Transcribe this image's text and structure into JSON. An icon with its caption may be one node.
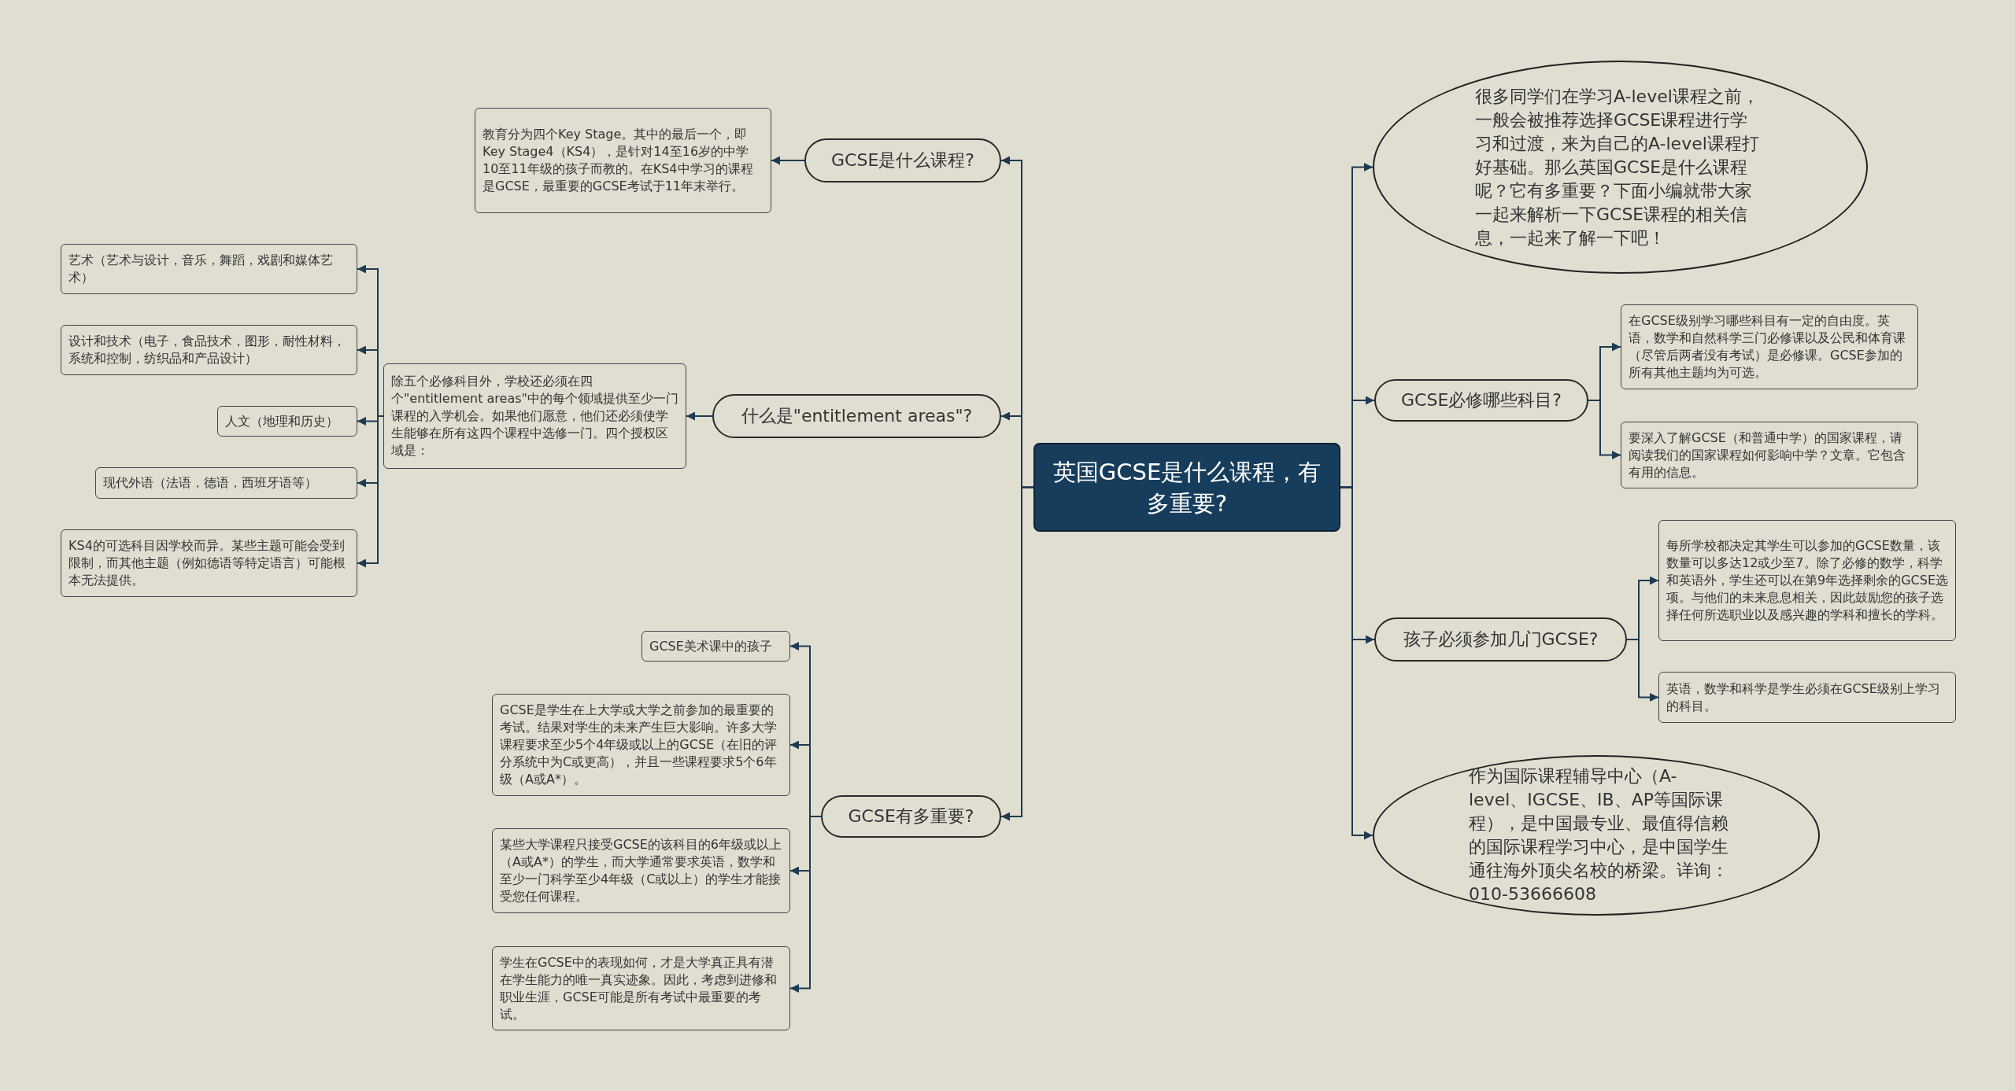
{
  "diagram": {
    "nodes": [
      {
        "text": [
          "英国GCSE是什么课程，有多重要?"
        ]
      },
      {
        "text": [
          "GCSE是什么课程?"
        ]
      },
      {
        "text": [
          "教育分为四个Key Stage。其中的最后一个，即Key Stage4（KS4），是针对14至16岁的中学10至11年级的孩子而教的。在KS4中学习的课程是GCSE，最重要的GCSE考试于11年末举行。"
        ]
      },
      {
        "text": [
          "什么是\"entitlement areas\"?"
        ]
      },
      {
        "text": [
          "除五个必修科目外，学校还必须在四个\"entitlement areas\"中的每个领域提供至少一门课程的入学机会。如果他们愿意，他们还必须使学生能够在所有这四个课程中选修一门。四个授权区域是："
        ]
      },
      {
        "text": [
          "艺术（艺术与设计，音乐，舞蹈，戏剧和媒体艺术）"
        ]
      },
      {
        "text": [
          "设计和技术（电子，食品技术，图形，耐性材料，系统和控制，纺织品和产品设计）"
        ]
      },
      {
        "text": [
          "人文（地理和历史）"
        ]
      },
      {
        "text": [
          "现代外语（法语，德语，西班牙语等）"
        ]
      },
      {
        "text": [
          "KS4的可选科目因学校而异。某些主题可能会受到限制，而其他主题（例如德语等特定语言）可能根本无法提供。"
        ]
      },
      {
        "text": [
          "GCSE有多重要?"
        ]
      },
      {
        "text": [
          "GCSE美术课中的孩子"
        ]
      },
      {
        "text": [
          "GCSE是学生在上大学或大学之前参加的最重要的考试。结果对学生的未来产生巨大影响。许多大学课程要求至少5个4年级或以上的GCSE（在旧的评分系统中为C或更高），并且一些课程要求5个6年级（A或A*）。"
        ]
      },
      {
        "text": [
          "某些大学课程只接受GCSE的该科目的6年级或以上（A或A*）的学生，而大学通常要求英语，数学和至少一门科学至少4年级（C或以上）的学生才能接受您任何课程。"
        ]
      },
      {
        "text": [
          "学生在GCSE中的表现如何，才是大学真正具有潜在学生能力的唯一真实迹象。因此，考虑到进修和职业生涯，GCSE可能是所有考试中最重要的考试。"
        ]
      },
      {
        "text": [
          "很多同学们在学习A-level课程之前，一般会被推荐选择GCSE课程进行学习和过渡，来为自己的A-level课程打好基础。那么英国GCSE是什么课程呢？它有多重要？下面小编就带大家一起来解析一下GCSE课程的相关信息，一起来了解一下吧！"
        ]
      },
      {
        "text": [
          "GCSE必修哪些科目?"
        ]
      },
      {
        "text": [
          "在GCSE级别学习哪些科目有一定的自由度。英语，数学和自然科学三门必修课以及公民和体育课（尽管后两者没有考试）是必修课。GCSE参加的所有其他主题均为可选。"
        ]
      },
      {
        "text": [
          "要深入了解GCSE（和普通中学）的国家课程，请阅读我们的国家课程如何影响中学？文章。它包含有用的信息。"
        ]
      },
      {
        "text": [
          "孩子必须参加几门GCSE?"
        ]
      },
      {
        "text": [
          "每所学校都决定其学生可以参加的GCSE数量，该数量可以多达12或少至7。除了必修的数学，科学和英语外，学生还可以在第9年选择剩余的GCSE选项。与他们的未来息息相关，因此鼓励您的孩子选择任何所选职业以及感兴趣的学科和擅长的学科。"
        ]
      },
      {
        "text": [
          "英语，数学和科学是学生必须在GCSE级别上学习的科目。"
        ]
      },
      {
        "text": [
          "作为国际课程辅导中心（A-level、IGCSE、IB、AP等国际课程），是中国最专业、最值得信赖的国际课程学习中心，是中国学生通往海外顶尖名校的桥梁。详询：010-53666608"
        ]
      }
    ],
    "edges": [
      {
        "from": 0,
        "to": 1,
        "arrow": "to"
      },
      {
        "from": 0,
        "to": 3,
        "arrow": "to"
      },
      {
        "from": 0,
        "to": 10,
        "arrow": "to"
      },
      {
        "from": 0,
        "to": 15,
        "arrow": "to"
      },
      {
        "from": 0,
        "to": 16,
        "arrow": "to"
      },
      {
        "from": 0,
        "to": 19,
        "arrow": "to"
      },
      {
        "from": 0,
        "to": 22,
        "arrow": "to"
      },
      {
        "from": 1,
        "to": 2,
        "arrow": "to"
      },
      {
        "from": 3,
        "to": 4,
        "arrow": "to"
      },
      {
        "from": 4,
        "to": 5,
        "arrow": "to"
      },
      {
        "from": 4,
        "to": 6,
        "arrow": "to"
      },
      {
        "from": 4,
        "to": 7,
        "arrow": "to"
      },
      {
        "from": 4,
        "to": 8,
        "arrow": "to"
      },
      {
        "from": 4,
        "to": 9,
        "arrow": "to"
      },
      {
        "from": 10,
        "to": 11,
        "arrow": "to"
      },
      {
        "from": 10,
        "to": 12,
        "arrow": "to"
      },
      {
        "from": 10,
        "to": 13,
        "arrow": "to"
      },
      {
        "from": 10,
        "to": 14,
        "arrow": "to"
      },
      {
        "from": 16,
        "to": 17,
        "arrow": "to"
      },
      {
        "from": 16,
        "to": 18,
        "arrow": "to"
      },
      {
        "from": 19,
        "to": 20,
        "arrow": "to"
      },
      {
        "from": 19,
        "to": 21,
        "arrow": "to"
      }
    ]
  }
}
